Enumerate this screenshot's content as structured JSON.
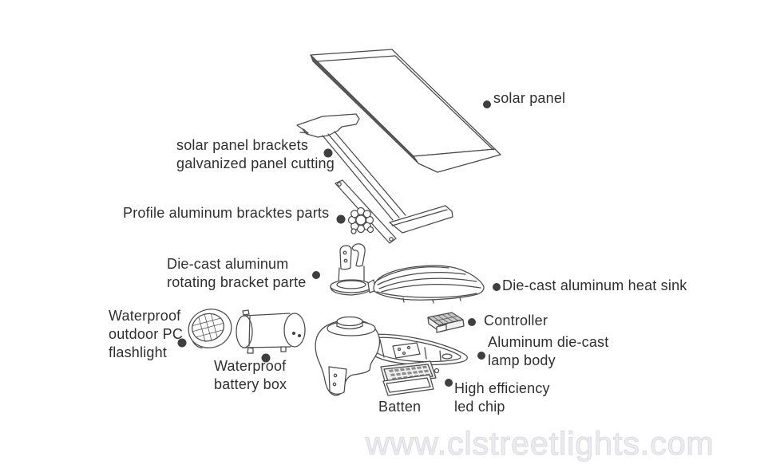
{
  "diagram": {
    "labels": {
      "solar_panel": "solar panel",
      "panel_brackets": "solar panel brackets\ngalvanized panel cutting",
      "profile_bracket": "Profile aluminum bracktes parts",
      "rotating_bracket": "Die-cast aluminum\nrotating bracket parte",
      "heat_sink": "Die-cast aluminum heat sink",
      "pc_flashlight": "Waterproof\noutdoor PC\nflashlight",
      "battery_box": "Waterproof\nbattery box",
      "controller": "Controller",
      "lamp_body": "Aluminum die-cast\nlamp body",
      "batten": "Batten",
      "led_chip": "High efficiency\nled chip"
    },
    "watermark": "www.clstreetlights.com",
    "colors": {
      "line": "#4a4a4a",
      "text": "#2f2f2f",
      "dot": "#3f3f3f",
      "watermark": "#dfdfe3",
      "background": "#ffffff"
    }
  }
}
